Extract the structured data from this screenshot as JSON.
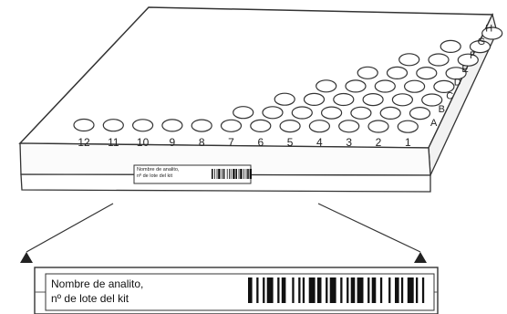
{
  "columns": [
    "12",
    "11",
    "10",
    "9",
    "8",
    "7",
    "6",
    "5",
    "4",
    "3",
    "2",
    "1"
  ],
  "rows": [
    "A",
    "B",
    "C",
    "D",
    "E",
    "F",
    "G",
    "H"
  ],
  "label": {
    "line1": "Nombre de analito,",
    "line2": "nº de lote del kit"
  },
  "icons": {
    "left_arrow": "triangle-arrowhead",
    "right_arrow": "triangle-arrowhead"
  }
}
